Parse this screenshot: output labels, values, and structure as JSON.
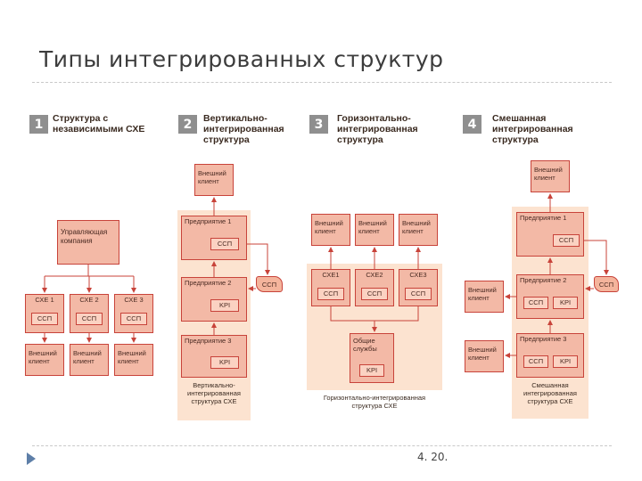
{
  "slide": {
    "title": "Типы интегрированных структур",
    "page_number": "4. 20."
  },
  "labels": {
    "ssp": "ССП",
    "kpi": "KPI",
    "external_client": "Внешний клиент"
  },
  "panels": {
    "p1": {
      "number": "1",
      "heading": "Структура с независимыми СХЕ",
      "parent": "Управляющая компания",
      "units": [
        "СХЕ 1",
        "СХЕ 2",
        "СХЕ 3"
      ]
    },
    "p2": {
      "number": "2",
      "heading": "Вертикально-интегрированная структура",
      "enterprises": [
        "Предприятие 1",
        "Предприятие 2",
        "Предприятие 3"
      ],
      "caption": "Вертикально-интегрированная структура СХЕ"
    },
    "p3": {
      "number": "3",
      "heading": "Горизонтально-интегрированная структура",
      "units": [
        "СХЕ1",
        "СХЕ2",
        "СХЕ3"
      ],
      "shared": "Общие службы",
      "caption": "Горизонтально-интегрированная структура СХЕ"
    },
    "p4": {
      "number": "4",
      "heading": "Смешанная интегрированная структура",
      "enterprises": [
        "Предприятие 1",
        "Предприятие 2",
        "Предприятие 3"
      ],
      "caption": "Смешанная интегрированная структура СХЕ"
    }
  },
  "colors": {
    "box_fill": "#f3b9a6",
    "box_border": "#c8433a",
    "zone_fill": "#fce3d0",
    "inner_fill": "#fbd2c2",
    "badge": "#8f8f8f",
    "arrow": "#c8433a"
  }
}
